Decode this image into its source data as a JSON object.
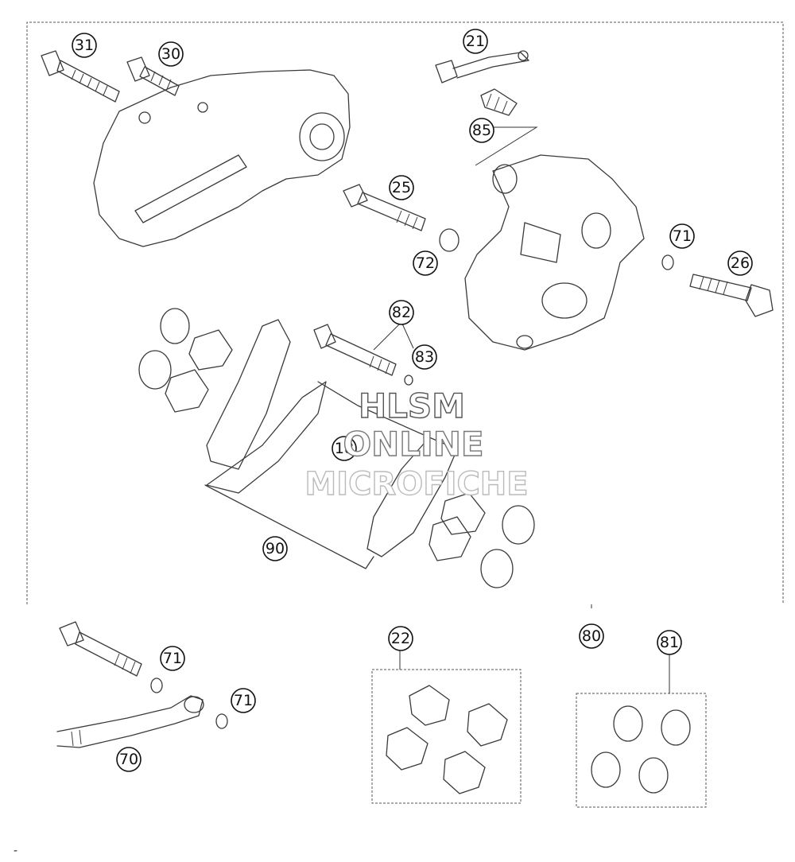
{
  "callouts": [
    {
      "id": "c31",
      "label": "31"
    },
    {
      "id": "c30",
      "label": "30"
    },
    {
      "id": "c21",
      "label": "21"
    },
    {
      "id": "c85",
      "label": "85"
    },
    {
      "id": "c25",
      "label": "25"
    },
    {
      "id": "c72",
      "label": "72"
    },
    {
      "id": "c71a",
      "label": "71"
    },
    {
      "id": "c26",
      "label": "26"
    },
    {
      "id": "c82",
      "label": "82"
    },
    {
      "id": "c83",
      "label": "83"
    },
    {
      "id": "c18",
      "label": "18"
    },
    {
      "id": "c90",
      "label": "90"
    },
    {
      "id": "c71b",
      "label": "71"
    },
    {
      "id": "c71c",
      "label": "71"
    },
    {
      "id": "c70",
      "label": "70"
    },
    {
      "id": "c22",
      "label": "22"
    },
    {
      "id": "c80",
      "label": "80"
    },
    {
      "id": "c81",
      "label": "81"
    }
  ],
  "watermark": {
    "line1": "HLSM",
    "line2": "ONLINE",
    "line3": "MICROFICHE"
  },
  "footer_mark": "-"
}
